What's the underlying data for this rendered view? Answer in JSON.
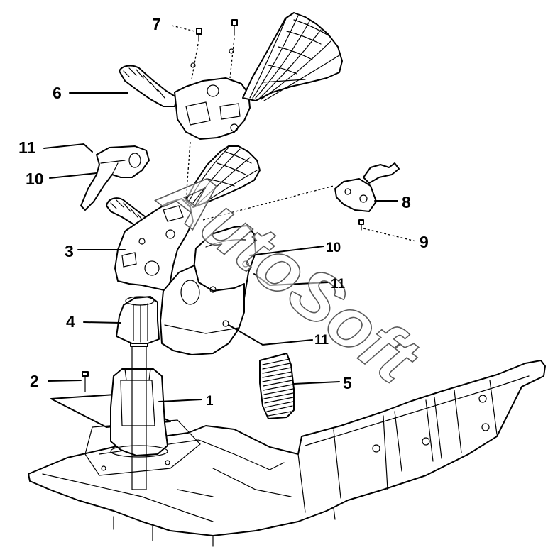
{
  "callouts": [
    {
      "label": "7"
    },
    {
      "label": "6"
    },
    {
      "label": "11"
    },
    {
      "label": "10"
    },
    {
      "label": "3"
    },
    {
      "label": "4"
    },
    {
      "label": "2"
    },
    {
      "label": "1"
    },
    {
      "label": "5"
    },
    {
      "label": "8"
    },
    {
      "label": "9"
    },
    {
      "label": "10"
    },
    {
      "label": "11"
    },
    {
      "label": "11"
    }
  ],
  "watermark": "AutoSoft",
  "colors": {
    "line": "#000000",
    "background": "#ffffff",
    "watermark_outline": "#5a5a5a"
  }
}
